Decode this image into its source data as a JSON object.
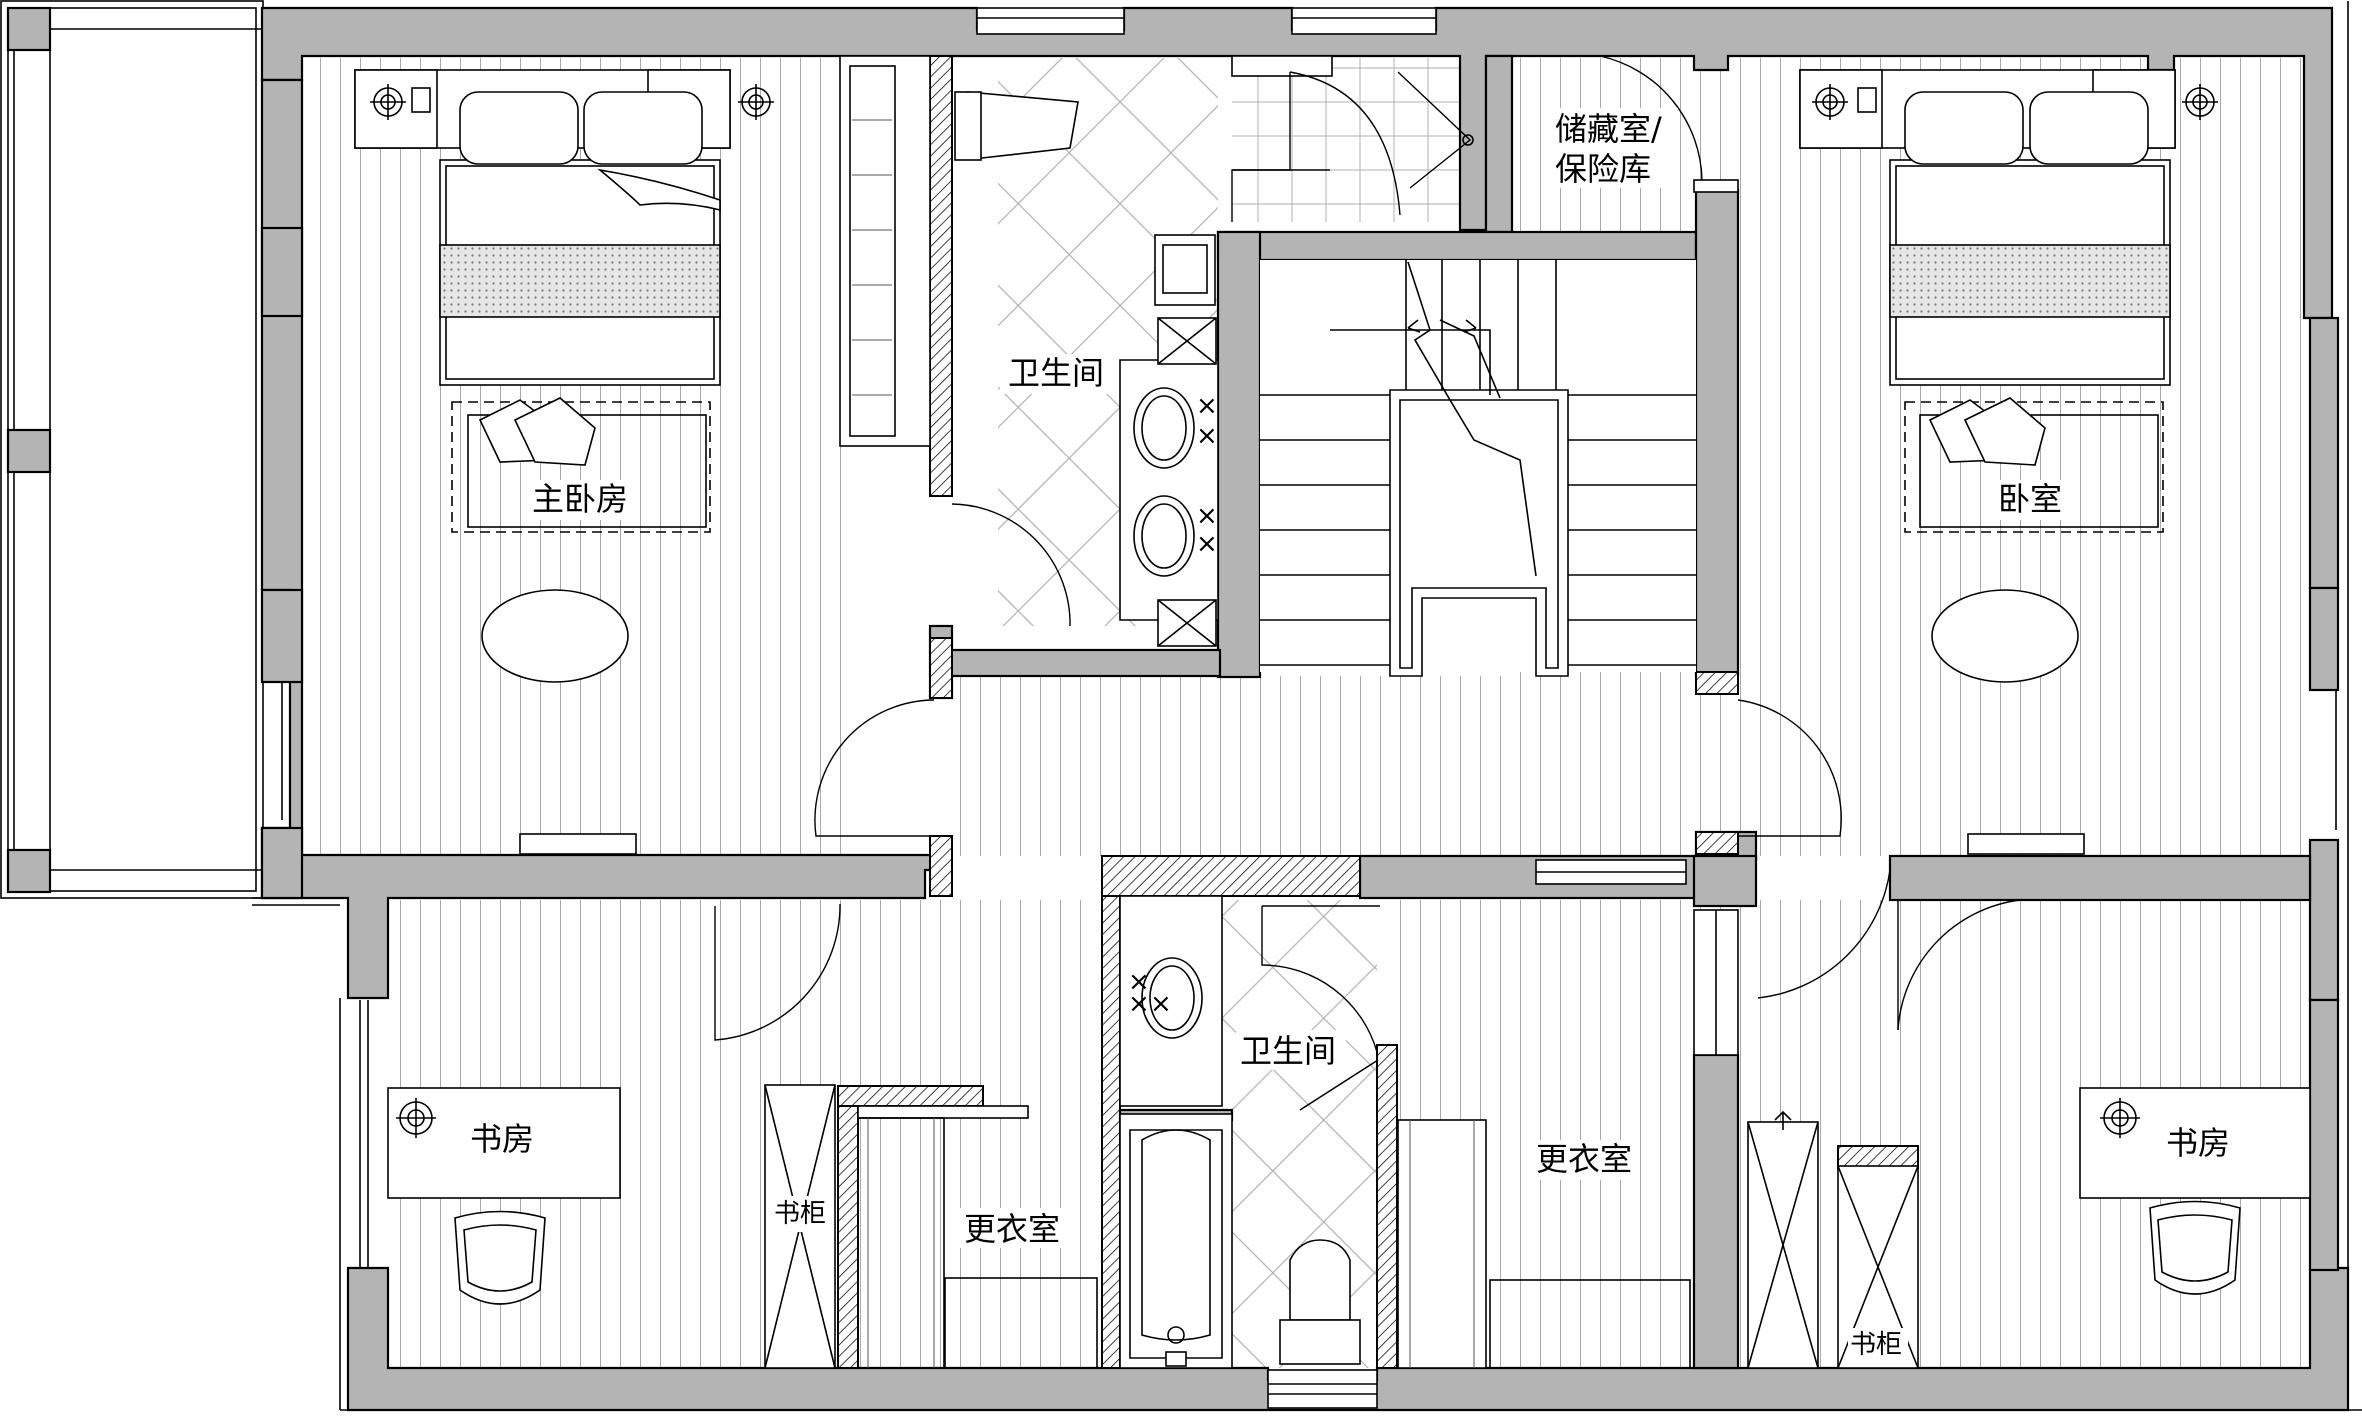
{
  "rooms": {
    "master_bedroom": "主卧房",
    "bathroom_top": "卫生间",
    "storage": "储藏室/",
    "storage_line2": "保险库",
    "bedroom": "卧室",
    "study_left": "书房",
    "bookcase_left": "书柜",
    "closet_left": "更衣室",
    "bathroom_bottom": "卫生间",
    "closet_right": "更衣室",
    "study_right": "书房",
    "bookcase_right": "书柜"
  },
  "colors": {
    "wall": "#b4b4b4",
    "line": "#000000",
    "floor_line": "#9a9a9a"
  }
}
